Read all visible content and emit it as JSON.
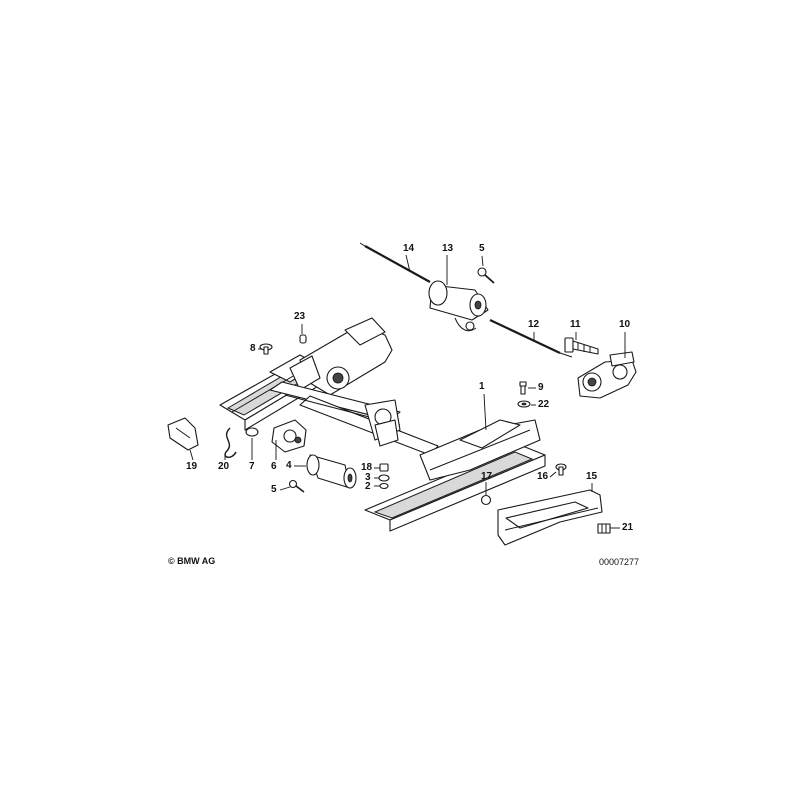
{
  "labels": {
    "p1": "1",
    "p2": "2",
    "p3": "3",
    "p4": "4",
    "p5a": "5",
    "p5b": "5",
    "p6": "6",
    "p7": "7",
    "p8": "8",
    "p9": "9",
    "p10": "10",
    "p11": "11",
    "p12": "12",
    "p13": "13",
    "p14": "14",
    "p15": "15",
    "p16": "16",
    "p17": "17",
    "p18": "18",
    "p19": "19",
    "p20": "20",
    "p21": "21",
    "p22": "22",
    "p23": "23"
  },
  "footer": {
    "copyright": "© BMW AG",
    "drawing_number": "00007277"
  }
}
